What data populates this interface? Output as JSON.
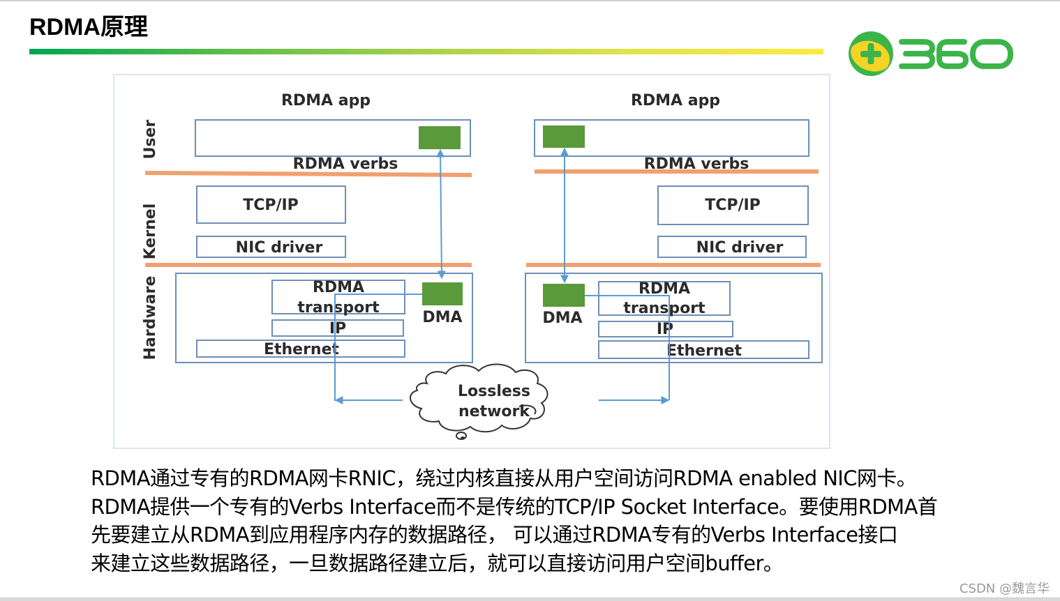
{
  "slide": {
    "title": "RDMA原理",
    "logo_text": "360",
    "colors": {
      "title_bar_start": "#00a651",
      "title_bar_end": "#ffe93f",
      "logo_green": "#3bb54a",
      "logo_yellow": "#f5d327",
      "layer_divider": "#f0a070",
      "box_border": "#6d8fb8",
      "arrow": "#5b9bd5",
      "buffer_green": "#5a9a3a"
    }
  },
  "diagram": {
    "layers": [
      "User",
      "Kernel",
      "Hardware"
    ],
    "left_host": {
      "app_label": "RDMA app",
      "verbs_label": "RDMA verbs",
      "tcpip_label": "TCP/IP",
      "nic_driver_label": "NIC driver",
      "rdma_transport_label": [
        "RDMA",
        "transport"
      ],
      "ip_label": "IP",
      "ethernet_label": "Ethernet",
      "dma_label": "DMA"
    },
    "right_host": {
      "app_label": "RDMA app",
      "verbs_label": "RDMA verbs",
      "tcpip_label": "TCP/IP",
      "nic_driver_label": "NIC driver",
      "rdma_transport_label": [
        "RDMA",
        "transport"
      ],
      "ip_label": "IP",
      "ethernet_label": "Ethernet",
      "dma_label": "DMA"
    },
    "network_label": [
      "Lossless",
      "network"
    ]
  },
  "description": {
    "lines": [
      "RDMA通过专有的RDMA网卡RNIC，绕过内核直接从用户空间访问RDMA enabled NIC网卡。",
      "RDMA提供一个专有的Verbs Interface而不是传统的TCP/IP Socket Interface。要使用RDMA首",
      "先要建立从RDMA到应用程序内存的数据路径， 可以通过RDMA专有的Verbs Interface接口",
      "来建立这些数据路径，一旦数据路径建立后，就可以直接访问用户空间buffer。"
    ]
  },
  "watermark": "CSDN @魏言华"
}
